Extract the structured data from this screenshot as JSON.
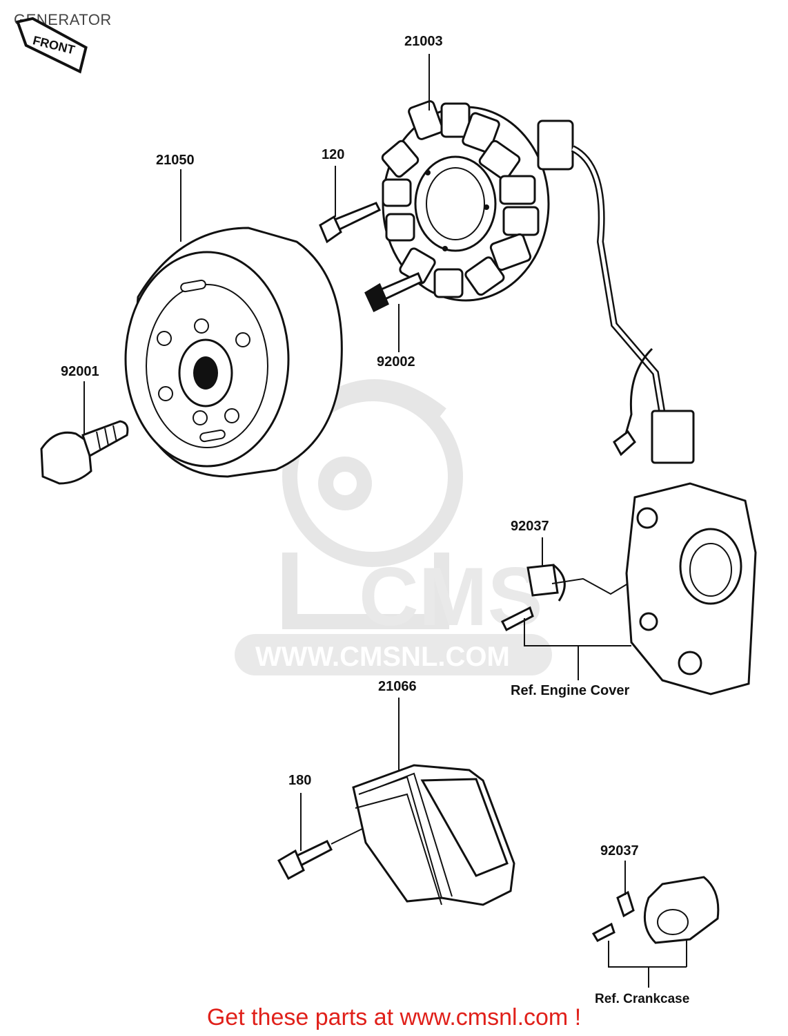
{
  "title": "GENERATOR",
  "cta": "Get these parts at www.cmsnl.com !",
  "front_tag": "FRONT",
  "watermark": {
    "logo_text": "CMS",
    "url_text": "WWW.CMSNL.COM"
  },
  "parts": [
    {
      "id": "stator",
      "number": "21003"
    },
    {
      "id": "stator-screw",
      "number": "120"
    },
    {
      "id": "stator-bolt",
      "number": "92002"
    },
    {
      "id": "rotor",
      "number": "21050"
    },
    {
      "id": "rotor-bolt",
      "number": "92001"
    },
    {
      "id": "clamp-upper",
      "number": "92037"
    },
    {
      "id": "regulator",
      "number": "21066"
    },
    {
      "id": "regulator-bolt",
      "number": "180"
    },
    {
      "id": "clamp-lower",
      "number": "92037"
    }
  ],
  "references": {
    "engine_cover": "Ref. Engine Cover",
    "crankcase": "Ref. Crankcase"
  },
  "colors": {
    "cta": "#e0201a",
    "watermark": "#d8d8d8",
    "ink": "#111111"
  }
}
